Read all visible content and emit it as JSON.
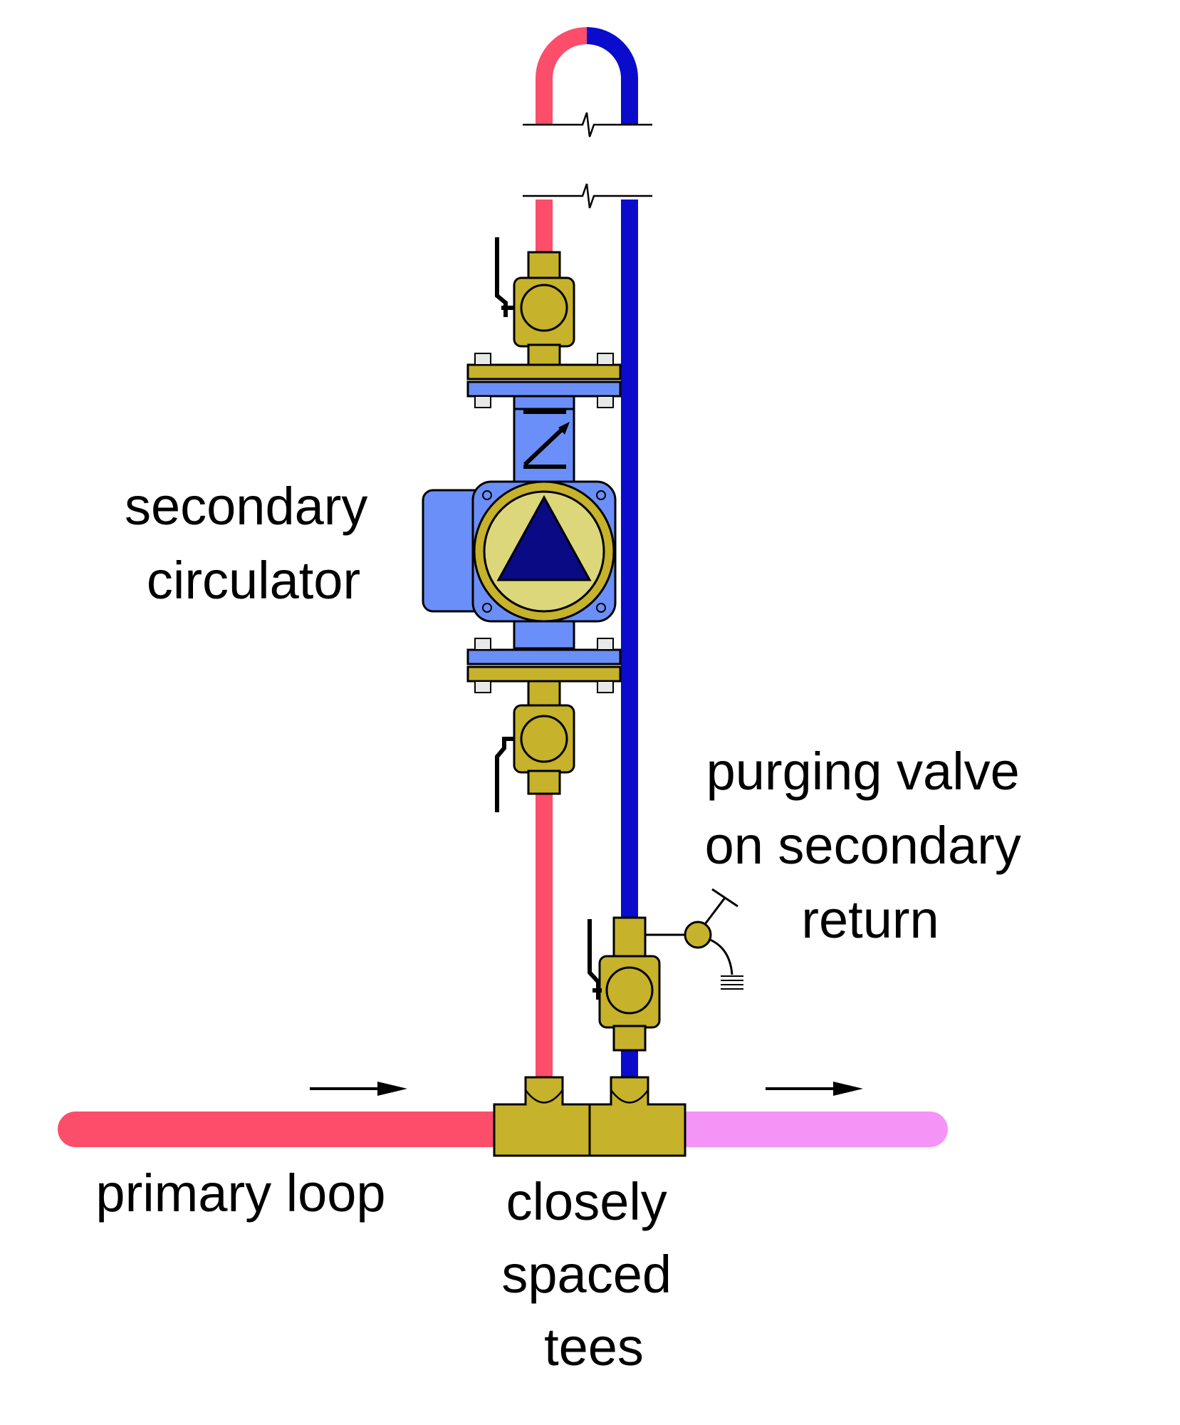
{
  "labels": {
    "secondary_circulator": [
      "secondary",
      "circulator"
    ],
    "purging_valve": [
      "purging valve",
      "on secondary",
      "return"
    ],
    "primary_loop": "primary loop",
    "closely_spaced_tees": [
      "closely",
      "spaced",
      "tees"
    ]
  },
  "colors": {
    "supply_pipe": "#fc4d6a",
    "return_pipe": "#0b0bcc",
    "primary_downstream_pipe": "#f494f7",
    "brass_fitting": "#c6b22b",
    "circulator_body": "#6b8ff8",
    "circulator_volute": "#dcd77a",
    "impeller_triangle": "#0a0a84"
  },
  "icons": [
    "flow-arrow-icon",
    "ball-valve-handle-icon",
    "flow-check-arrow-icon",
    "drain-cap-icon"
  ]
}
